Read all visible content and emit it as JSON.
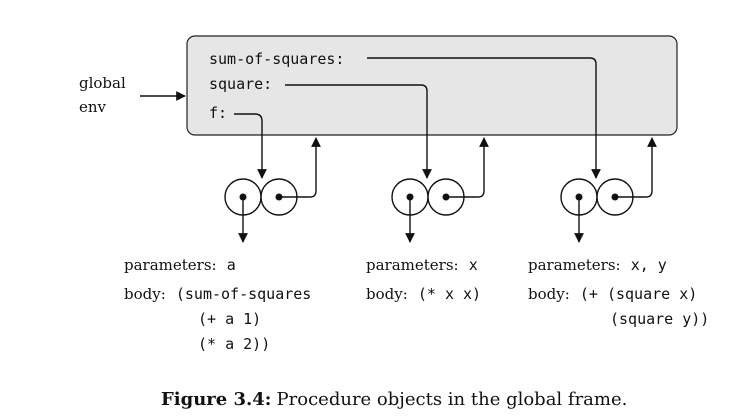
{
  "env_label": {
    "line1": "global",
    "line2": "env"
  },
  "frame": {
    "bindings": [
      "sum-of-squares:",
      "square:",
      "f:"
    ]
  },
  "procedures": [
    {
      "parameters_label": "parameters:",
      "parameters_value": "a",
      "body_label": "body:",
      "body_lines": [
        "(sum-of-squares",
        "(+ a 1)",
        "(* a 2))"
      ]
    },
    {
      "parameters_label": "parameters:",
      "parameters_value": "x",
      "body_label": "body:",
      "body_lines": [
        "(* x x)"
      ]
    },
    {
      "parameters_label": "parameters:",
      "parameters_value": "x, y",
      "body_label": "body:",
      "body_lines": [
        "(+ (square x)",
        "(square y))"
      ]
    }
  ],
  "caption": {
    "label": "Figure 3.4:",
    "text": " Procedure objects in the global frame."
  },
  "colors": {
    "frame_fill": "#e6e6e6",
    "stroke": "#111111",
    "background": "#ffffff"
  }
}
